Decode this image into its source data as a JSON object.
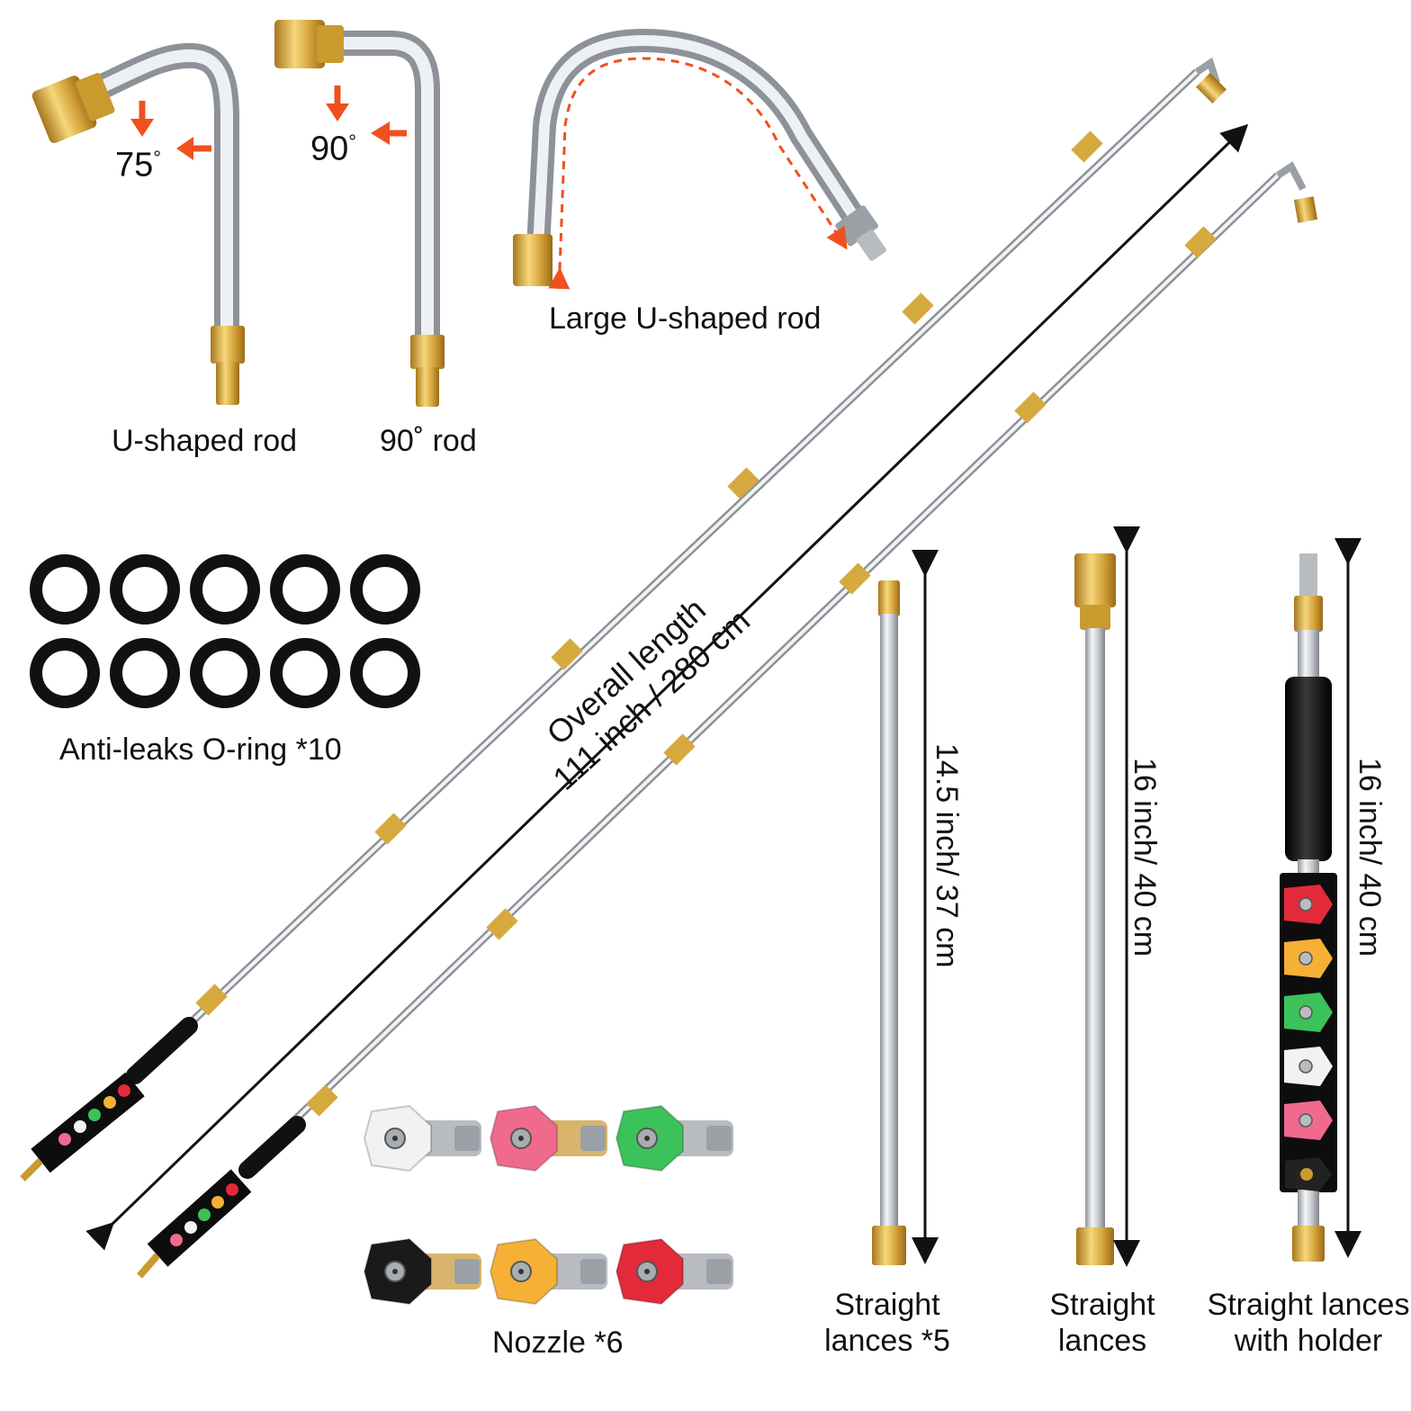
{
  "colors": {
    "brass": "#c99a2e",
    "brass_light": "#f0cf6a",
    "steel": "#cfd2d6",
    "steel_dark": "#8d9298",
    "arrow_red": "#f0501e",
    "ring": "#111111",
    "nozzle_white": "#f2f2f2",
    "nozzle_pink": "#f06a8d",
    "nozzle_green": "#3cc25a",
    "nozzle_black": "#1a1a1a",
    "nozzle_yellow": "#f5b035",
    "nozzle_red": "#e22a3a"
  },
  "labels": {
    "angle_75": "75",
    "angle_90": "90",
    "deg_symbol": "°",
    "u_shaped_rod": "U-shaped rod",
    "rod_90": "90˚  rod",
    "large_u_rod": "Large U-shaped rod",
    "o_ring": "Anti-leaks O-ring *10",
    "overall_line1": "Overall length",
    "overall_line2": "111 inch / 280 cm",
    "dim_straight": "14.5 inch/ 37 cm",
    "dim_straight2": "16 inch/ 40 cm",
    "dim_holder": "16 inch/ 40 cm",
    "nozzle": "Nozzle *6",
    "straight5_line1": "Straight",
    "straight5_line2": "lances *5",
    "straight_line1": "Straight",
    "straight_line2": "lances",
    "holder_line1": "Straight lances",
    "holder_line2": "with holder"
  },
  "o_ring_count": 10,
  "nozzles": [
    {
      "color": "white",
      "icon": "nozzle-white-icon"
    },
    {
      "color": "pink",
      "icon": "nozzle-pink-icon"
    },
    {
      "color": "green",
      "icon": "nozzle-green-icon"
    },
    {
      "color": "black",
      "icon": "nozzle-black-icon"
    },
    {
      "color": "yellow",
      "icon": "nozzle-yellow-icon"
    },
    {
      "color": "red",
      "icon": "nozzle-red-icon"
    }
  ]
}
